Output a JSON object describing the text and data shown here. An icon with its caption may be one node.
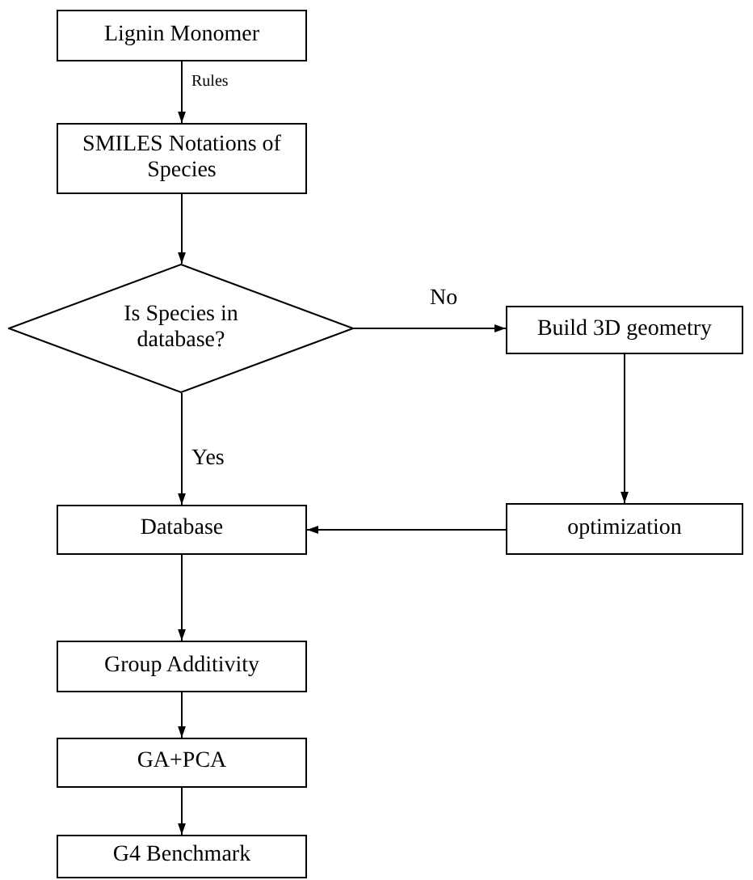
{
  "diagram": {
    "nodes": [
      {
        "text": [
          "Lignin Monomer"
        ]
      },
      {
        "text": [
          "SMILES Notations of Species"
        ]
      },
      {
        "text": [
          "Is Species in database?"
        ]
      },
      {
        "text": [
          "Build 3D geometry"
        ]
      },
      {
        "text": [
          "optimization"
        ]
      },
      {
        "text": [
          "Database"
        ]
      },
      {
        "text": [
          "Group Additivity"
        ]
      },
      {
        "text": [
          "GA+PCA"
        ]
      },
      {
        "text": [
          "G4 Benchmark"
        ]
      }
    ],
    "edges": [
      {
        "from": 0,
        "to": 1,
        "arrow": "to",
        "label": "Rules"
      },
      {
        "from": 1,
        "to": 2,
        "arrow": "to"
      },
      {
        "from": 2,
        "to": 3,
        "arrow": "to",
        "label": "No"
      },
      {
        "from": 2,
        "to": 5,
        "arrow": "to",
        "label": "Yes"
      },
      {
        "from": 3,
        "to": 4,
        "arrow": "to"
      },
      {
        "from": 4,
        "to": 5,
        "arrow": "to"
      },
      {
        "from": 5,
        "to": 6,
        "arrow": "to"
      },
      {
        "from": 6,
        "to": 7,
        "arrow": "to"
      },
      {
        "from": 7,
        "to": 8,
        "arrow": "to"
      }
    ]
  }
}
